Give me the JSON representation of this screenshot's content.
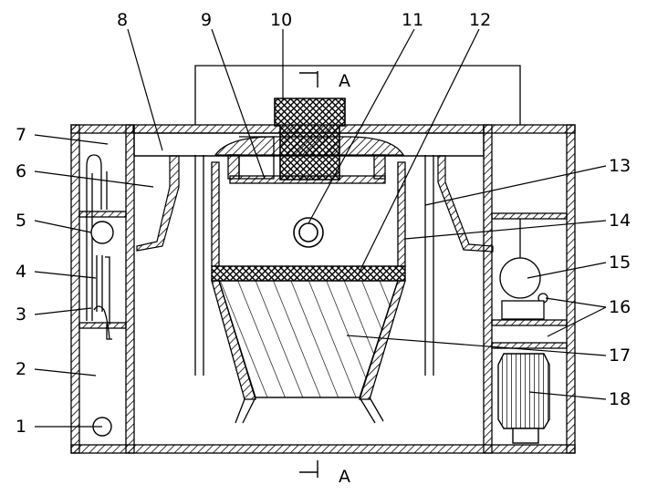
{
  "labels": [
    "1",
    "2",
    "3",
    "4",
    "5",
    "6",
    "7",
    "8",
    "9",
    "10",
    "11",
    "12",
    "13",
    "14",
    "15",
    "16",
    "17",
    "18"
  ],
  "section_marks": {
    "top": "A",
    "bottom": "A"
  }
}
